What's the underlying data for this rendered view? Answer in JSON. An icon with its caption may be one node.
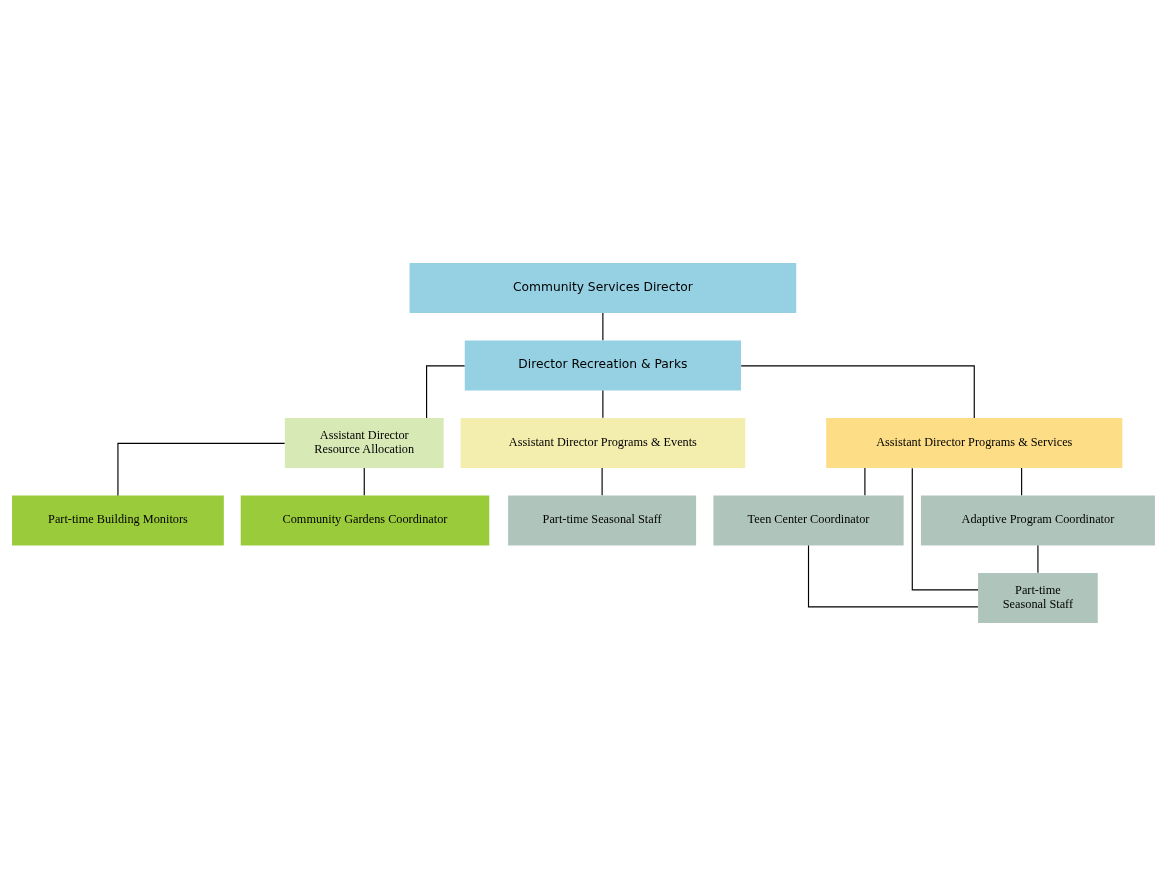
{
  "diagram": {
    "nodes": [
      {
        "text": [
          "Community Services Director"
        ]
      },
      {
        "text": [
          "Director Recreation & Parks"
        ]
      },
      {
        "text": [
          "Assistant Director",
          "Resource Allocation"
        ]
      },
      {
        "text": [
          "Assistant Director Programs & Events"
        ]
      },
      {
        "text": [
          "Assistant Director Programs & Services"
        ]
      },
      {
        "text": [
          "Part-time Building Monitors"
        ]
      },
      {
        "text": [
          "Community Gardens Coordinator"
        ]
      },
      {
        "text": [
          "Part-time Seasonal Staff"
        ]
      },
      {
        "text": [
          "Teen Center Coordinator"
        ]
      },
      {
        "text": [
          "Adaptive Program Coordinator"
        ]
      },
      {
        "text": [
          "Part-time",
          "Seasonal Staff"
        ]
      }
    ],
    "edges": [
      {
        "from": 0,
        "to": 1,
        "arrow": "none"
      },
      {
        "from": 1,
        "to": 2,
        "arrow": "none"
      },
      {
        "from": 1,
        "to": 3,
        "arrow": "none"
      },
      {
        "from": 1,
        "to": 4,
        "arrow": "none"
      },
      {
        "from": 2,
        "to": 5,
        "arrow": "none"
      },
      {
        "from": 2,
        "to": 6,
        "arrow": "none"
      },
      {
        "from": 3,
        "to": 7,
        "arrow": "none"
      },
      {
        "from": 4,
        "to": 8,
        "arrow": "none"
      },
      {
        "from": 4,
        "to": 9,
        "arrow": "none"
      },
      {
        "from": 4,
        "to": 10,
        "arrow": "none"
      },
      {
        "from": 8,
        "to": 10,
        "arrow": "none"
      },
      {
        "from": 9,
        "to": 10,
        "arrow": "none"
      }
    ]
  }
}
